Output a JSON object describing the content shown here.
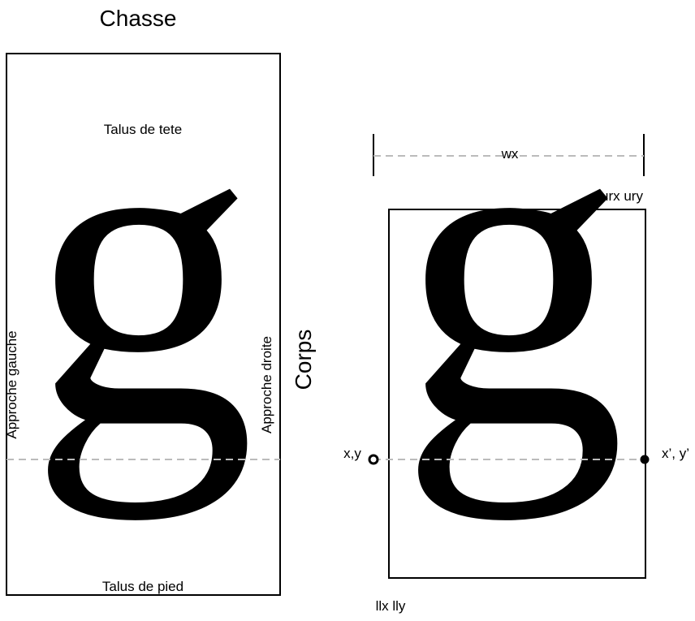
{
  "left_panel": {
    "title": "Chasse",
    "top_label": "Talus de tete",
    "bottom_label": "Talus de pied",
    "left_label": "Approche gauche",
    "right_label": "Approche droite",
    "glyph": "g"
  },
  "center_label": "Corps",
  "right_panel": {
    "width_label": "wx",
    "upper_right_label": "urx ury",
    "lower_left_label": "llx lly",
    "origin_label": "x,y",
    "advance_label": "x’, y’",
    "glyph": "g"
  },
  "colors": {
    "stroke": "#000000",
    "baseline": "#bbbbbb"
  }
}
